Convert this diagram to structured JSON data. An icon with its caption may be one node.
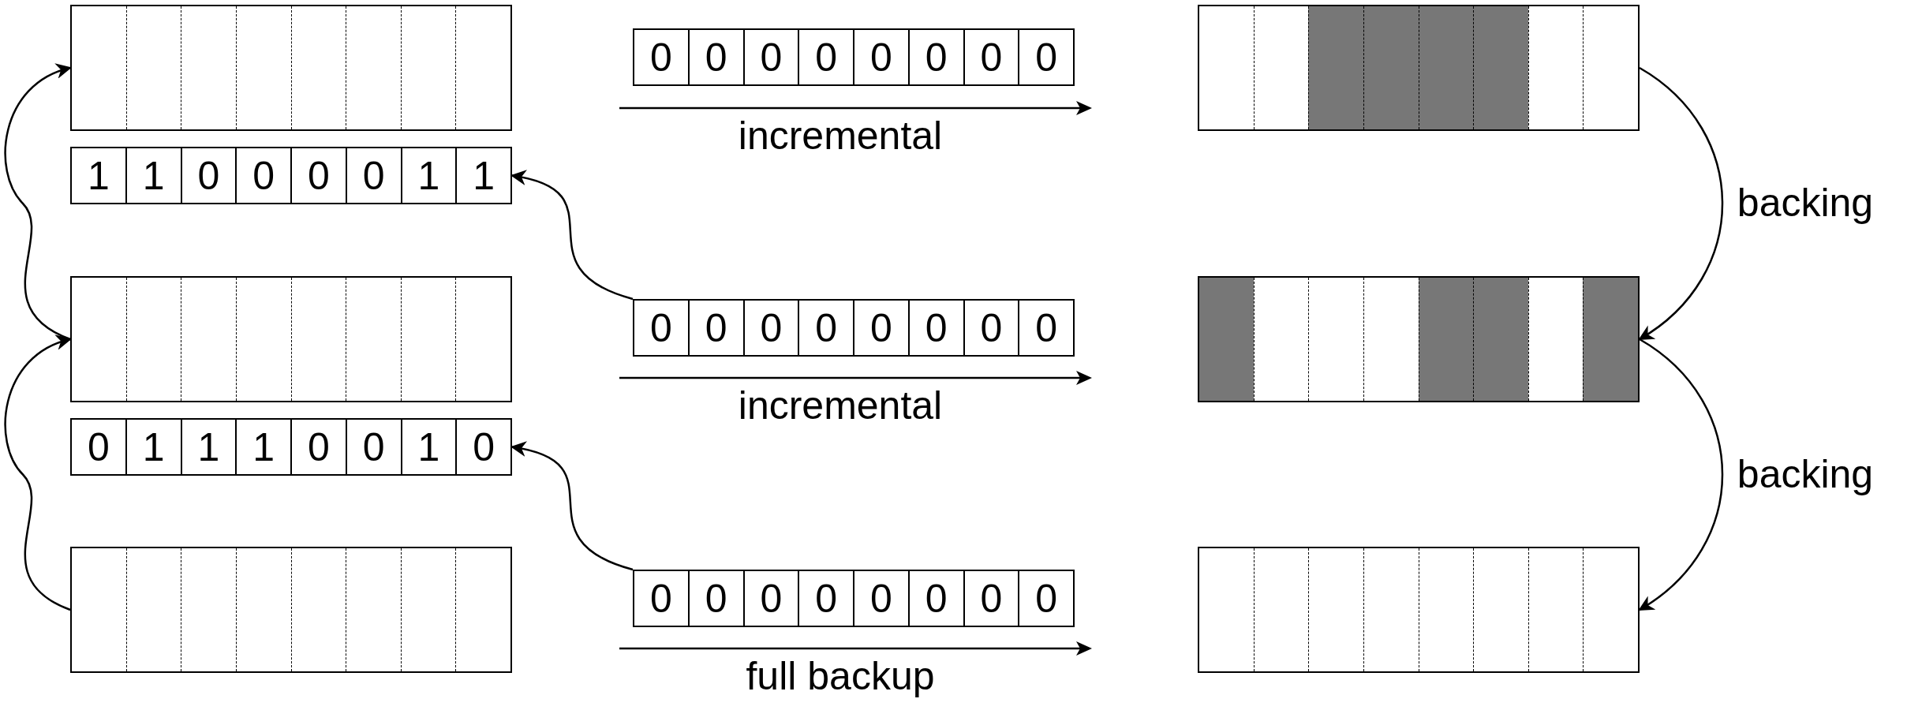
{
  "diagram": {
    "nodes": [
      {
        "text": [],
        "shape": "box"
      },
      {
        "text": [
          "0",
          "0",
          "0",
          "0",
          "0",
          "0",
          "0",
          "0"
        ]
      },
      {
        "text": [],
        "shape": "box"
      },
      {
        "text": [
          "1",
          "1",
          "0",
          "0",
          "0",
          "0",
          "1",
          "1"
        ]
      },
      {
        "text": [],
        "shape": "box"
      },
      {
        "text": [
          "0",
          "0",
          "0",
          "0",
          "0",
          "0",
          "0",
          "0"
        ]
      },
      {
        "text": [],
        "shape": "box"
      },
      {
        "text": [
          "0",
          "1",
          "1",
          "1",
          "0",
          "0",
          "1",
          "0"
        ]
      },
      {
        "text": [],
        "shape": "box"
      },
      {
        "text": [
          "0",
          "0",
          "0",
          "0",
          "0",
          "0",
          "0",
          "0"
        ]
      },
      {
        "text": [],
        "shape": "box"
      }
    ],
    "edges": [
      {
        "from": 8,
        "to": 4,
        "arrow": "to"
      },
      {
        "from": 4,
        "to": 0,
        "arrow": "to"
      },
      {
        "from": 5,
        "to": 3,
        "arrow": "to"
      },
      {
        "from": 9,
        "to": 7,
        "arrow": "to"
      },
      {
        "from": 2,
        "to": 6,
        "arrow": "to",
        "label": "backing"
      },
      {
        "from": 6,
        "to": 10,
        "arrow": "to",
        "label": "backing"
      }
    ],
    "labels": [
      "incremental",
      "incremental",
      "full backup"
    ]
  }
}
